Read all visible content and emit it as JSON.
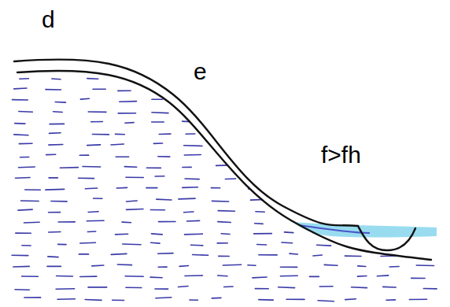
{
  "diagram": {
    "labels": [
      "d",
      "e",
      "f>fh"
    ]
  }
}
